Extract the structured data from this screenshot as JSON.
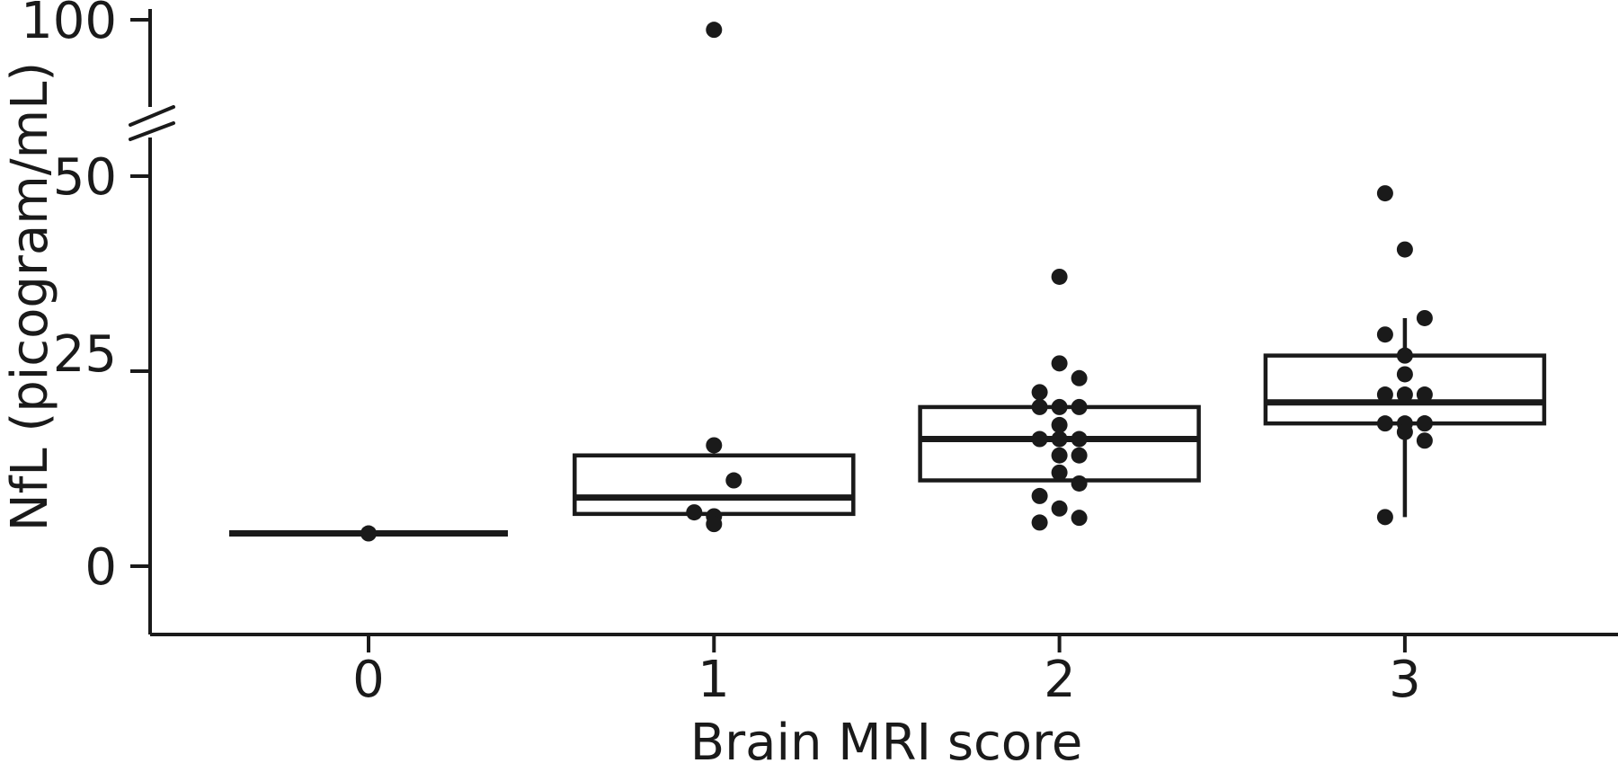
{
  "chart_data": {
    "type": "box",
    "title": "",
    "xlabel": "Brain MRI score",
    "ylabel": "NfL (picogram/mL)",
    "categories": [
      "0",
      "1",
      "2",
      "3"
    ],
    "ytick_labels": [
      "0",
      "25",
      "50",
      "100"
    ],
    "ytick_values": [
      0,
      25,
      50,
      100
    ],
    "ylim": [
      0,
      100
    ],
    "axis_break": {
      "present": true,
      "between": [
        50,
        100
      ],
      "label": "axis-break-marker"
    },
    "grid": false,
    "legend": null,
    "box_color": "#ffffff",
    "line_color": "#1a1a1a",
    "point_color": "#1a1a1a",
    "boxes": [
      {
        "category": "0",
        "n": 1,
        "q1": 4.2,
        "median": 4.2,
        "q3": 4.2,
        "whisker_low": 4.2,
        "whisker_high": 4.2,
        "degenerate": true,
        "points": [
          4.2
        ]
      },
      {
        "category": "1",
        "n": 5,
        "q1": 6.7,
        "median": 8.8,
        "q3": 14.2,
        "whisker_low": 6.7,
        "whisker_high": 14.2,
        "degenerate": false,
        "points": [
          15.5,
          11.0,
          6.9,
          6.4,
          5.4
        ],
        "outliers": [
          96.8
        ]
      },
      {
        "category": "2",
        "n": 18,
        "q1": 11.0,
        "median": 16.3,
        "q3": 20.4,
        "whisker_low": 11.0,
        "whisker_high": 20.4,
        "degenerate": false,
        "points": [
          37.1,
          26.0,
          24.1,
          22.3,
          20.4,
          20.4,
          20.4,
          18.1,
          16.3,
          16.3,
          16.3,
          14.2,
          14.2,
          12.0,
          10.6,
          9.0,
          7.4,
          6.2,
          5.6
        ],
        "outliers": []
      },
      {
        "category": "3",
        "n": 19,
        "q1": 18.3,
        "median": 21.0,
        "q3": 27.0,
        "whisker_low": 6.3,
        "whisker_high": 31.8,
        "degenerate": false,
        "points": [
          47.8,
          40.6,
          31.8,
          29.7,
          27.0,
          24.6,
          22.0,
          22.0,
          22.0,
          18.3,
          18.3,
          18.3,
          18.3,
          17.2,
          16.1,
          6.3
        ],
        "outliers": []
      }
    ]
  },
  "axis": {
    "y_title": "NfL (picogram/mL)",
    "x_title": "Brain MRI score",
    "y_ticks": [
      {
        "label": "100",
        "value": 100
      },
      {
        "label": "50",
        "value": 50
      },
      {
        "label": "25",
        "value": 25
      },
      {
        "label": "0",
        "value": 0
      }
    ],
    "x_ticks": [
      {
        "label": "0",
        "value": 0
      },
      {
        "label": "1",
        "value": 1
      },
      {
        "label": "2",
        "value": 2
      },
      {
        "label": "3",
        "value": 3
      }
    ]
  }
}
